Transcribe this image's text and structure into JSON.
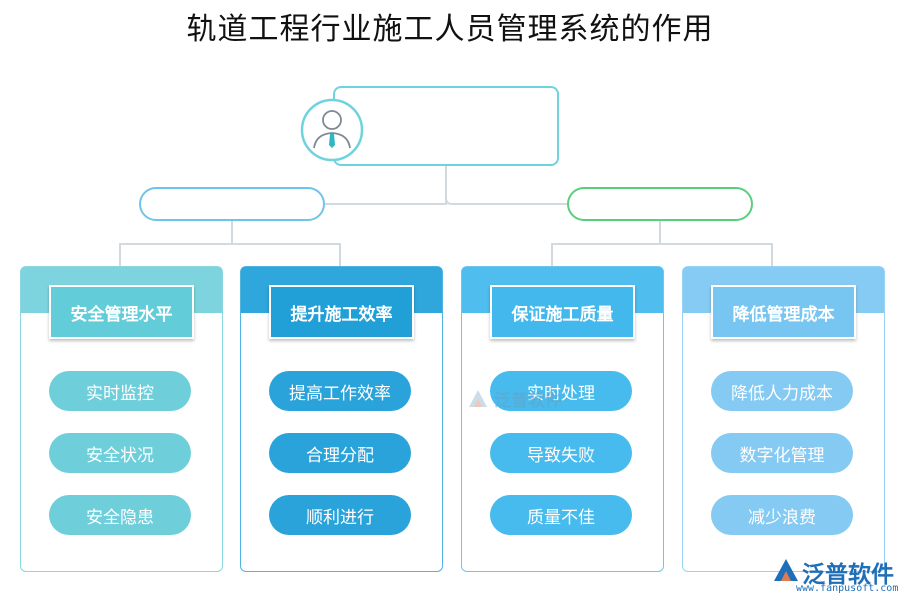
{
  "title": "轨道工程行业施工人员管理系统的作用",
  "cards": [
    {
      "heading": "安全管理水平",
      "items": [
        "实时监控",
        "安全状况",
        "安全隐患"
      ]
    },
    {
      "heading": "提升施工效率",
      "items": [
        "提高工作效率",
        "合理分配",
        "顺利进行"
      ]
    },
    {
      "heading": "保证施工质量",
      "items": [
        "实时处理",
        "导致失败",
        "质量不佳"
      ]
    },
    {
      "heading": "降低管理成本",
      "items": [
        "降低人力成本",
        "数字化管理",
        "减少浪费"
      ]
    }
  ],
  "watermark": {
    "text": "泛普软件"
  },
  "brand": {
    "name": "泛普软件",
    "url": "www.fanpusoft.com"
  },
  "icons": {
    "avatar": "user-icon",
    "brand": "fanpu-logo-icon"
  },
  "colors": {
    "root_border": "#6fd3dd",
    "pill_left": "#6fc4ea",
    "pill_right": "#59cf7e",
    "line": "#cfd6db"
  }
}
